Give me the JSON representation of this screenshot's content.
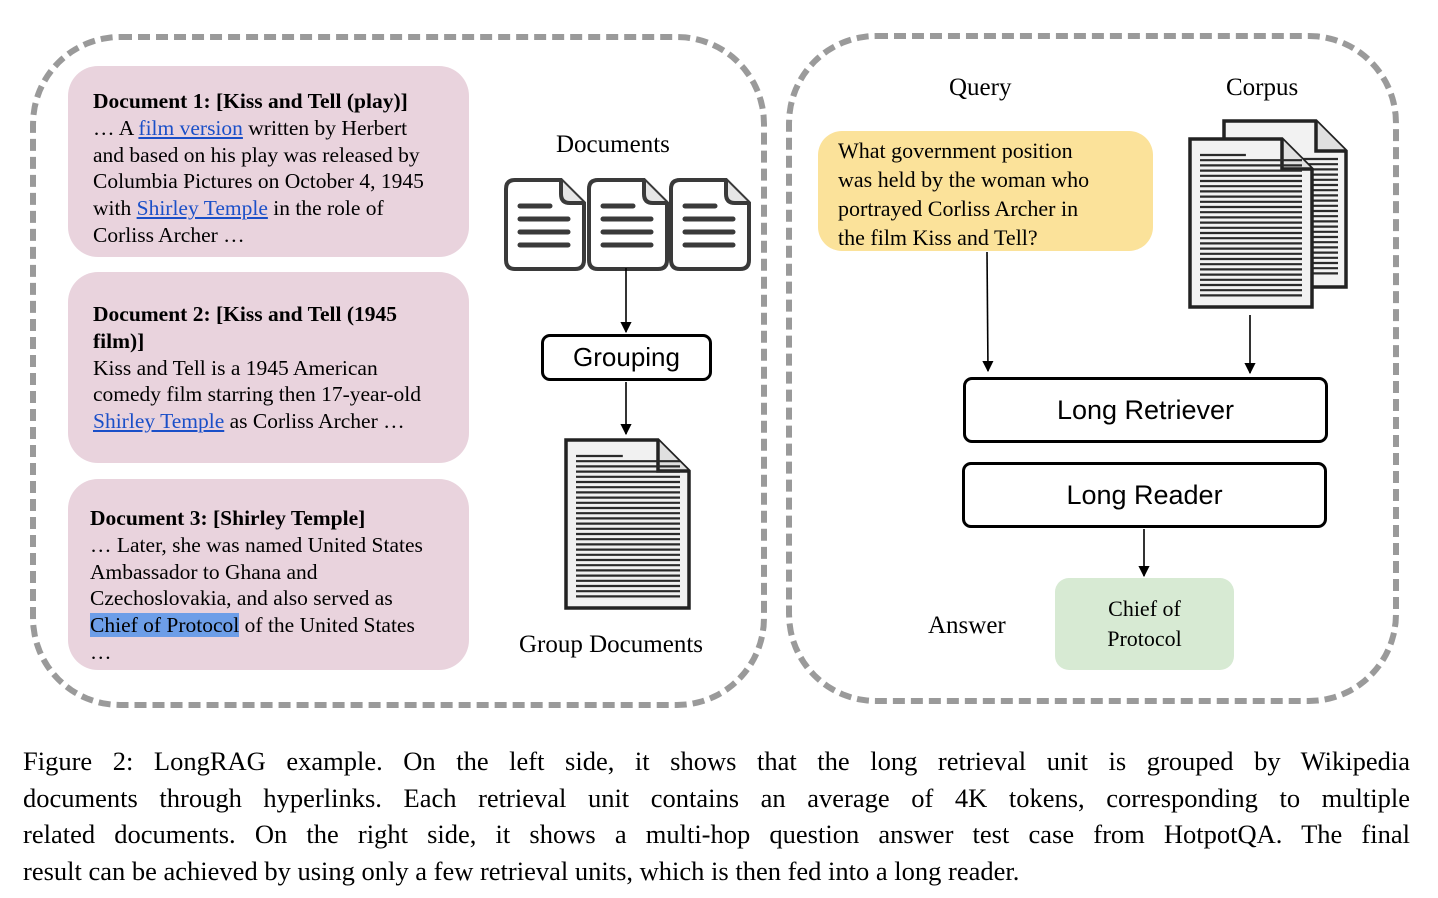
{
  "left_panel": {
    "documents": [
      {
        "title": "Document 1: [Kiss and Tell (play)]",
        "lines": [
          [
            {
              "t": "… A "
            },
            {
              "t": "film version",
              "style": "link"
            },
            {
              "t": " written by Herbert"
            }
          ],
          [
            {
              "t": "and based on his play was released by"
            }
          ],
          [
            {
              "t": "Columbia Pictures on October 4, 1945"
            }
          ],
          [
            {
              "t": "with "
            },
            {
              "t": "Shirley Temple",
              "style": "link"
            },
            {
              "t": " in the role of"
            }
          ],
          [
            {
              "t": "Corliss Archer …"
            }
          ]
        ]
      },
      {
        "title_lines": [
          "Document 2: [Kiss and Tell (1945",
          "film)]"
        ],
        "lines": [
          [
            {
              "t": "Kiss and Tell is a 1945 American"
            }
          ],
          [
            {
              "t": "comedy film starring then 17-year-old"
            }
          ],
          [
            {
              "t": "Shirley Temple",
              "style": "link"
            },
            {
              "t": " as Corliss Archer …"
            }
          ]
        ]
      },
      {
        "title": "Document 3: [Shirley Temple]",
        "lines": [
          [
            {
              "t": "… Later, she was named United States"
            }
          ],
          [
            {
              "t": "Ambassador to Ghana and"
            }
          ],
          [
            {
              "t": "Czechoslovakia, and also served as"
            }
          ],
          [
            {
              "t": "Chief of Protocol",
              "style": "highlight"
            },
            {
              "t": " of the United States"
            }
          ],
          [
            {
              "t": "…"
            }
          ]
        ]
      }
    ],
    "documents_label": "Documents",
    "grouping_label": "Grouping",
    "group_documents_label": "Group Documents"
  },
  "right_panel": {
    "query_label": "Query",
    "corpus_label": "Corpus",
    "query_lines": [
      "What government position",
      "was held by the woman who",
      "portrayed Corliss Archer in",
      "the film Kiss and Tell?"
    ],
    "long_retriever_label": "Long Retriever",
    "long_reader_label": "Long Reader",
    "answer_label": "Answer",
    "answer_lines": [
      "Chief of",
      "Protocol"
    ]
  },
  "caption": {
    "lines": [
      "Figure 2: LongRAG example.  On the left side, it shows that the long retrieval unit is grouped by Wikipedia",
      "documents through hyperlinks. Each retrieval unit contains an average of 4K tokens, corresponding to multiple",
      "related documents.  On the right side, it shows a multi-hop question answer test case from HotpotQA. The final",
      "result can be achieved by using only a few retrieval units, which is then fed into a long reader."
    ]
  },
  "colors": {
    "doc_card": "#e9d3dd",
    "link": "#1a4fc8",
    "highlight": "#6d9ee8",
    "query_box": "#fbe29a",
    "answer_box": "#d7ead3",
    "dashed_border": "#9a9a9a"
  }
}
